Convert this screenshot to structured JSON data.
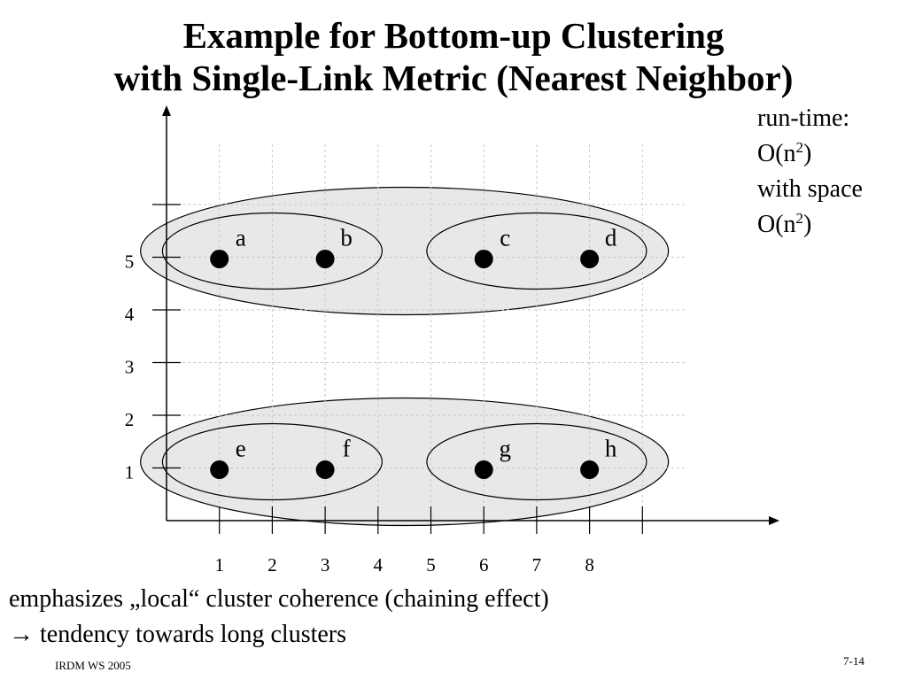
{
  "slide": {
    "title_line1": "Example for Bottom-up Clustering",
    "title_line2": "with Single-Link Metric (Nearest Neighbor)",
    "runtime": {
      "line1": "run-time:",
      "line2_prefix": "O(n",
      "line2_sup": "2",
      "line2_suffix": ")",
      "line3": "with space",
      "line4_prefix": "O(n",
      "line4_sup": "2",
      "line4_suffix": ")"
    },
    "bottom_line1": "emphasizes „local“ cluster coherence (chaining effect)",
    "bottom_arrow": "→",
    "bottom_line2": "tendency towards long clusters",
    "footer_left": "IRDM  WS 2005",
    "footer_right": "7-14"
  },
  "chart_data": {
    "type": "scatter",
    "x_ticks": [
      "1",
      "2",
      "3",
      "4",
      "5",
      "6",
      "7",
      "8"
    ],
    "y_ticks": [
      "1",
      "2",
      "3",
      "4",
      "5"
    ],
    "grid": true,
    "points": [
      {
        "label": "a",
        "x": 1,
        "y": 5
      },
      {
        "label": "b",
        "x": 3,
        "y": 5
      },
      {
        "label": "c",
        "x": 6,
        "y": 5
      },
      {
        "label": "d",
        "x": 8,
        "y": 5
      },
      {
        "label": "e",
        "x": 1,
        "y": 1
      },
      {
        "label": "f",
        "x": 3,
        "y": 1
      },
      {
        "label": "g",
        "x": 6,
        "y": 1
      },
      {
        "label": "h",
        "x": 8,
        "y": 1
      }
    ],
    "clusters": [
      {
        "members": [
          "a",
          "b"
        ],
        "level": "inner"
      },
      {
        "members": [
          "c",
          "d"
        ],
        "level": "inner"
      },
      {
        "members": [
          "e",
          "f"
        ],
        "level": "inner"
      },
      {
        "members": [
          "g",
          "h"
        ],
        "level": "inner"
      },
      {
        "members": [
          "a",
          "b",
          "c",
          "d"
        ],
        "level": "outer"
      },
      {
        "members": [
          "e",
          "f",
          "g",
          "h"
        ],
        "level": "outer"
      }
    ],
    "colors": {
      "outer_cluster_fill": "#e8e8e8",
      "grid": "#c8c8c8",
      "point": "#000000"
    }
  }
}
